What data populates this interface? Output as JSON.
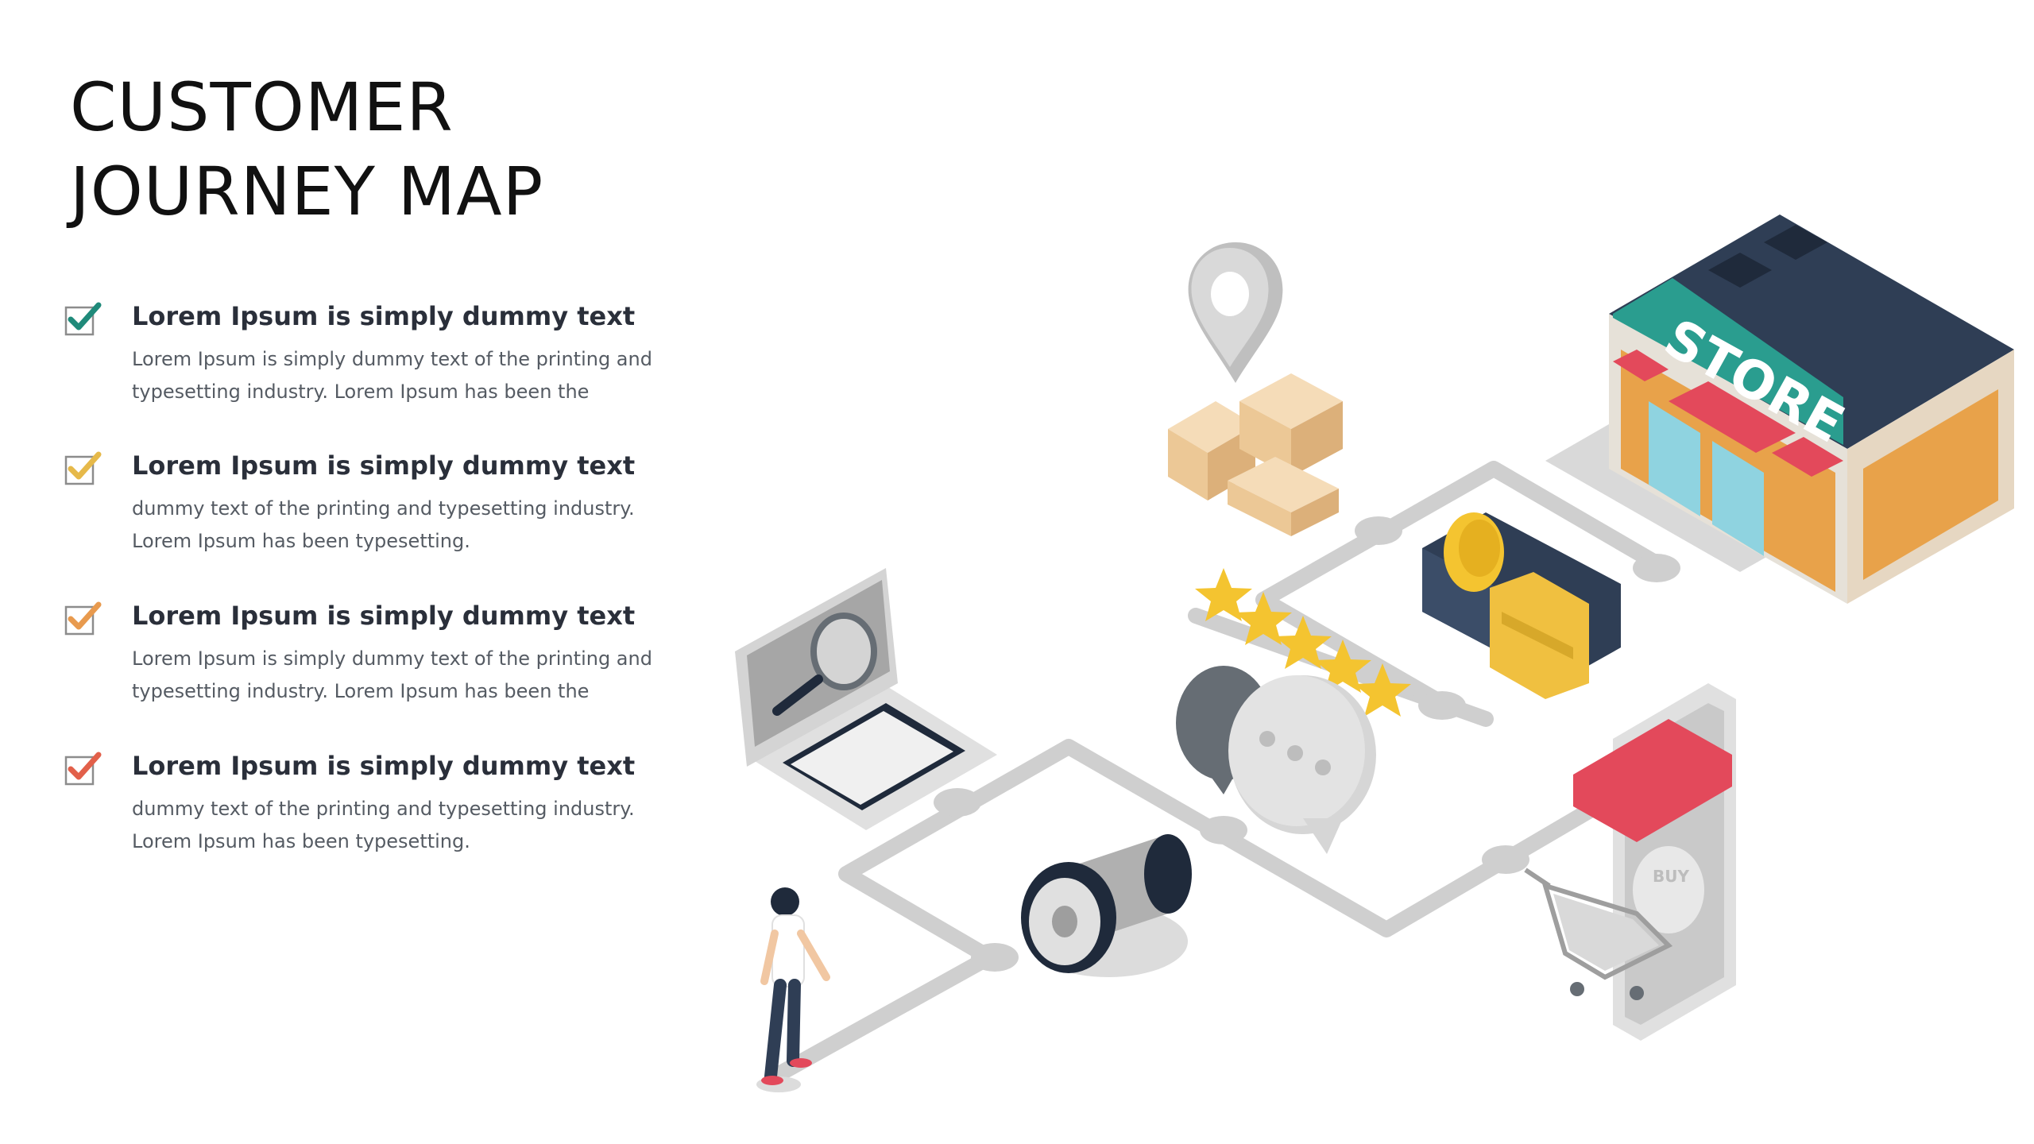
{
  "slide": {
    "title_line1": "CUSTOMER",
    "title_line2": "JOURNEY MAP",
    "title_color": "#111111"
  },
  "items": [
    {
      "title": "Lorem Ipsum is simply dummy text",
      "desc_line1": "Lorem Ipsum is simply dummy text of the printing and",
      "desc_line2": "typesetting industry. Lorem Ipsum has been the",
      "check_color": "#1f8a7a"
    },
    {
      "title": "Lorem Ipsum is simply dummy text",
      "desc_line1": "dummy text of the printing and typesetting industry.",
      "desc_line2": "Lorem Ipsum has been typesetting.",
      "check_color": "#e6b94a"
    },
    {
      "title": "Lorem Ipsum is simply dummy text",
      "desc_line1": "Lorem Ipsum is simply dummy text of the printing and",
      "desc_line2": "typesetting industry. Lorem Ipsum has been the",
      "check_color": "#e89a4e"
    },
    {
      "title": "Lorem Ipsum is simply dummy text",
      "desc_line1": "dummy text of the printing and typesetting industry.",
      "desc_line2": "Lorem Ipsum has been typesetting.",
      "check_color": "#e2604a"
    }
  ],
  "illustration": {
    "store_sign": "STORE",
    "buy_label": "BUY",
    "rating_stars": 5,
    "colors": {
      "path": "#cfcfcf",
      "store_roof": "#2f3e55",
      "store_sign": "#2a9d8f",
      "awning_red": "#e3495b",
      "brick": "#e8a24a",
      "star": "#f4c430",
      "wallet": "#2f3e55",
      "card": "#f0c040"
    }
  }
}
